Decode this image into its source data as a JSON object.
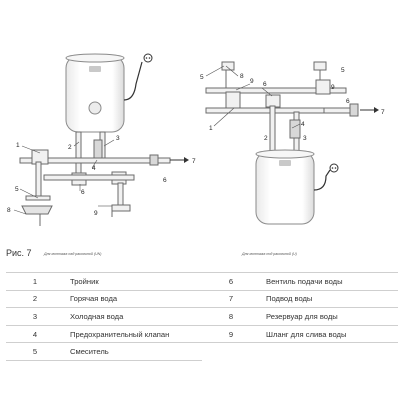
{
  "figure": {
    "label": "Рис. 7",
    "caption_left": "Для монтажа над раковиной (UN)",
    "caption_right": "Для монтажа под раковиной (U)"
  },
  "left_callouts": [
    "1",
    "2",
    "3",
    "4",
    "5",
    "6",
    "7",
    "8",
    "9"
  ],
  "right_callouts": [
    "1",
    "2",
    "3",
    "4",
    "5",
    "6",
    "7",
    "8",
    "9"
  ],
  "legend": [
    {
      "num": "1",
      "text": "Тройник"
    },
    {
      "num": "2",
      "text": "Горячая вода"
    },
    {
      "num": "3",
      "text": "Холодная вода"
    },
    {
      "num": "4",
      "text": "Предохранительный клапан"
    },
    {
      "num": "5",
      "text": "Смеситель"
    },
    {
      "num": "6",
      "text": "Вентиль подачи воды"
    },
    {
      "num": "7",
      "text": "Подвод воды"
    },
    {
      "num": "8",
      "text": "Резервуар для воды"
    },
    {
      "num": "9",
      "text": "Шланг для слива воды"
    }
  ],
  "colors": {
    "pipe_stroke": "#6b6b6b",
    "pipe_fill": "#f1f1f1",
    "heater_fill": "#ffffff",
    "brand_fill": "#c9c9c9"
  }
}
